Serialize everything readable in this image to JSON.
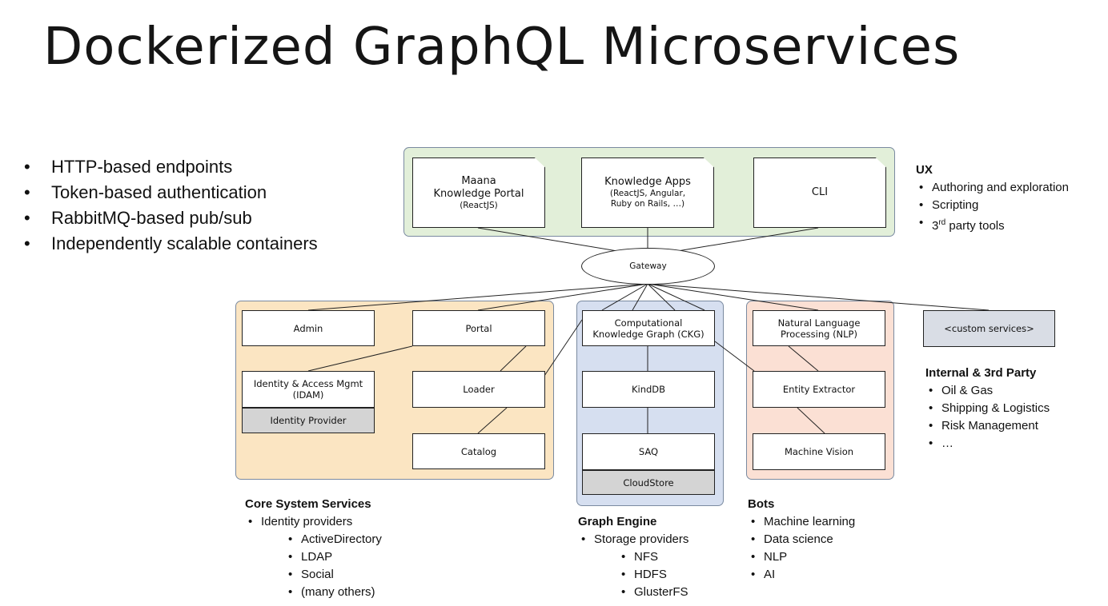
{
  "title": "Dockerized GraphQL Microservices",
  "features": [
    "HTTP-based endpoints",
    "Token-based authentication",
    "RabbitMQ-based pub/sub",
    "Independently scalable containers"
  ],
  "ux_apps": {
    "portal": {
      "main": "Maana\nKnowledge Portal",
      "sub": "(ReactJS)"
    },
    "apps": {
      "main": "Knowledge Apps",
      "sub": "(ReactJS, Angular,\nRuby on Rails, …)"
    },
    "cli": {
      "main": "CLI"
    }
  },
  "gateway": "Gateway",
  "core": {
    "admin": "Admin",
    "portal": "Portal",
    "idam": "Identity & Access Mgmt\n(IDAM)",
    "identity_provider": "Identity Provider",
    "loader": "Loader",
    "catalog": "Catalog"
  },
  "graph": {
    "ckg": "Computational\nKnowledge Graph (CKG)",
    "kinddb": "KindDB",
    "saq": "SAQ",
    "cloudstore": "CloudStore"
  },
  "bots": {
    "nlp": "Natural Language\nProcessing (NLP)",
    "entity": "Entity Extractor",
    "vision": "Machine Vision"
  },
  "custom": "<custom services>",
  "legend_ux": {
    "heading": "UX",
    "items": [
      "Authoring and exploration",
      "Scripting"
    ],
    "third_sup": "rd",
    "third_pre": "3",
    "third_post": " party tools"
  },
  "legend_internal": {
    "heading": "Internal & 3rd Party",
    "items": [
      "Oil & Gas",
      "Shipping & Logistics",
      "Risk Management",
      "…"
    ]
  },
  "legend_core": {
    "heading": "Core System Services",
    "item": "Identity providers",
    "subitems": [
      "ActiveDirectory",
      "LDAP",
      "Social",
      "(many others)"
    ]
  },
  "legend_graph": {
    "heading": "Graph Engine",
    "item": "Storage providers",
    "subitems": [
      "NFS",
      "HDFS",
      "GlusterFS"
    ]
  },
  "legend_bots": {
    "heading": "Bots",
    "items": [
      "Machine learning",
      "Data science",
      "NLP",
      "AI"
    ]
  },
  "colors": {
    "ux_region": "#e2efd9",
    "core_region": "#fbe5c2",
    "graph_region": "#d6dff0",
    "bots_region": "#fbe0d4"
  }
}
